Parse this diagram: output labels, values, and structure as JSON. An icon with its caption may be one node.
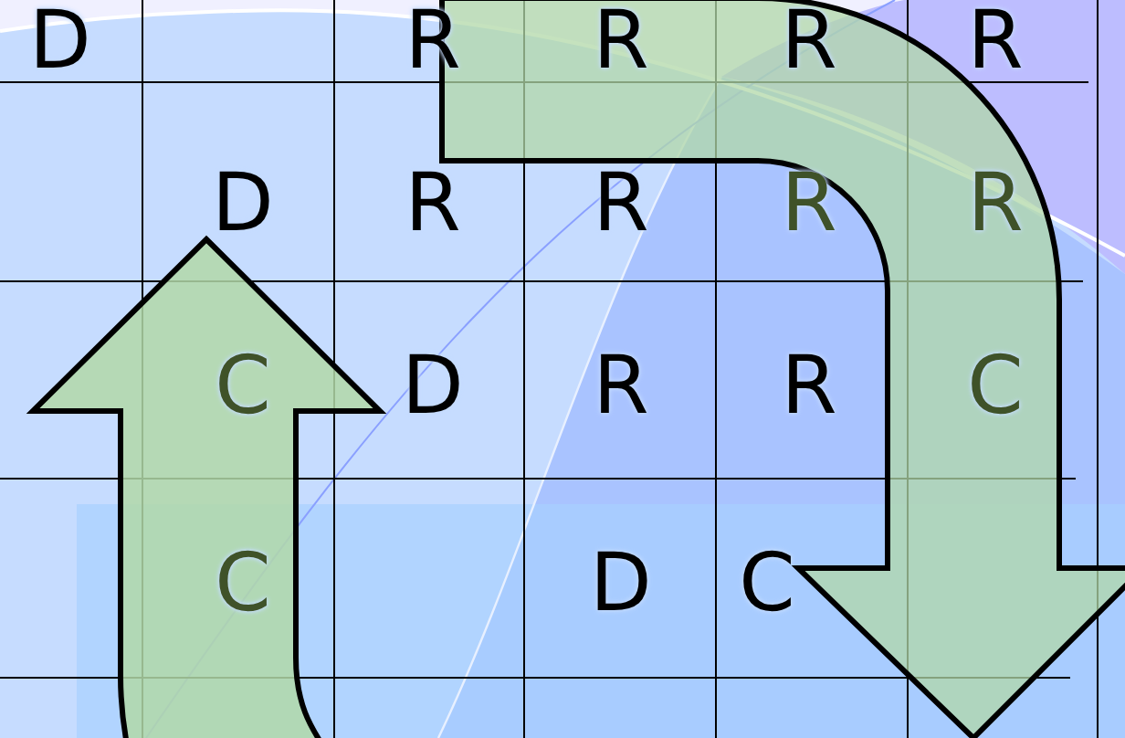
{
  "diagram": {
    "labels": [
      "D",
      "R",
      "R",
      "R",
      "R",
      "D",
      "R",
      "R",
      "R",
      "R",
      "C",
      "D",
      "R",
      "R",
      "C",
      "C",
      "D",
      "C"
    ]
  }
}
